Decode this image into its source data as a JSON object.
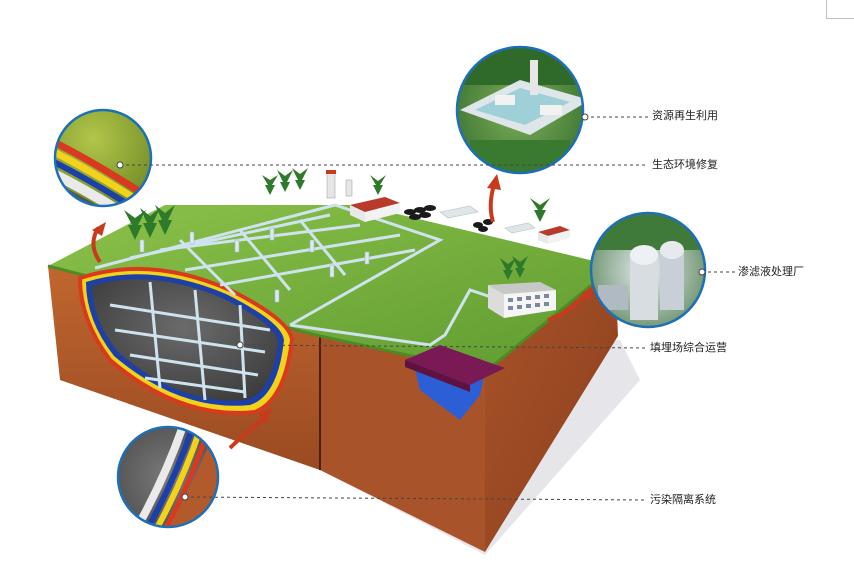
{
  "labels": {
    "resource_recycling": "资源再生利用",
    "ecological_restoration": "生态环境修复",
    "leachate_plant": "渗滤液处理厂",
    "landfill_operation": "填埋场综合运营",
    "pollution_isolation": "污染隔离系统"
  },
  "colors": {
    "grass": "#6fa83a",
    "soil": "#b35a2c",
    "liner_red": "#d93a1f",
    "liner_yellow": "#f2d21b",
    "liner_blue": "#1c3fa8",
    "pipe": "#cfe3ef",
    "tank_top": "#7a1a55",
    "tank_body": "#2c5fd6",
    "arrow": "#c93a1c",
    "callout_border": "#1e6fb8",
    "leader_line": "#444444"
  },
  "icons": [
    "tree-icon",
    "chimney-icon",
    "building-icon",
    "storage-tank-icon",
    "arrow-icon"
  ]
}
